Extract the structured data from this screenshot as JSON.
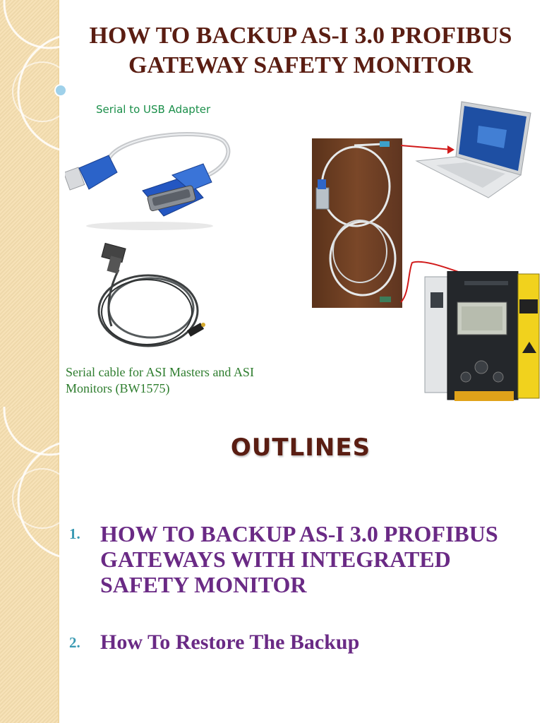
{
  "slide1": {
    "title_line1": "HOW TO BACKUP AS-I 3.0 PROFIBUS",
    "title_line2": "GATEWAY SAFETY MONITOR",
    "usb_adapter_caption": "Serial to USB  Adapter",
    "serial_cable_caption": "Serial cable for ASI Masters and ASI Monitors (BW1575)"
  },
  "slide2": {
    "title": "OUTLINES",
    "items": [
      {
        "number": "1.",
        "text": "HOW TO BACKUP AS-I 3.0 PROFIBUS GATEWAYS WITH INTEGRATED SAFETY MONITOR"
      },
      {
        "number": "2.",
        "text": "How To Restore The Backup"
      }
    ]
  },
  "colors": {
    "title": "#5a1d12",
    "list_text": "#6a2a85",
    "list_number": "#3a9ab3",
    "caption_green": "#2e7d2e",
    "band": "#f6dfb0"
  }
}
